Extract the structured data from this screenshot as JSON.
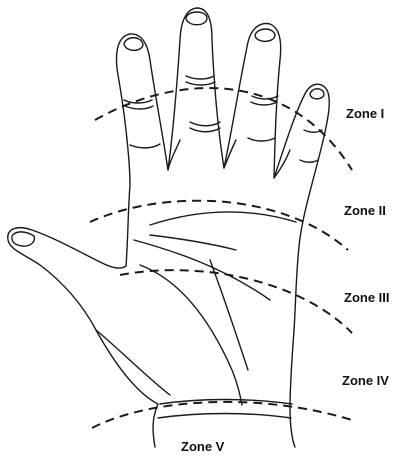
{
  "zones": [
    {
      "label": "Zone I"
    },
    {
      "label": "Zone II"
    },
    {
      "label": "Zone III"
    },
    {
      "label": "Zone IV"
    },
    {
      "label": "Zone V"
    }
  ],
  "style": {
    "line_color": "#1a1a1a",
    "background": "#ffffff"
  }
}
